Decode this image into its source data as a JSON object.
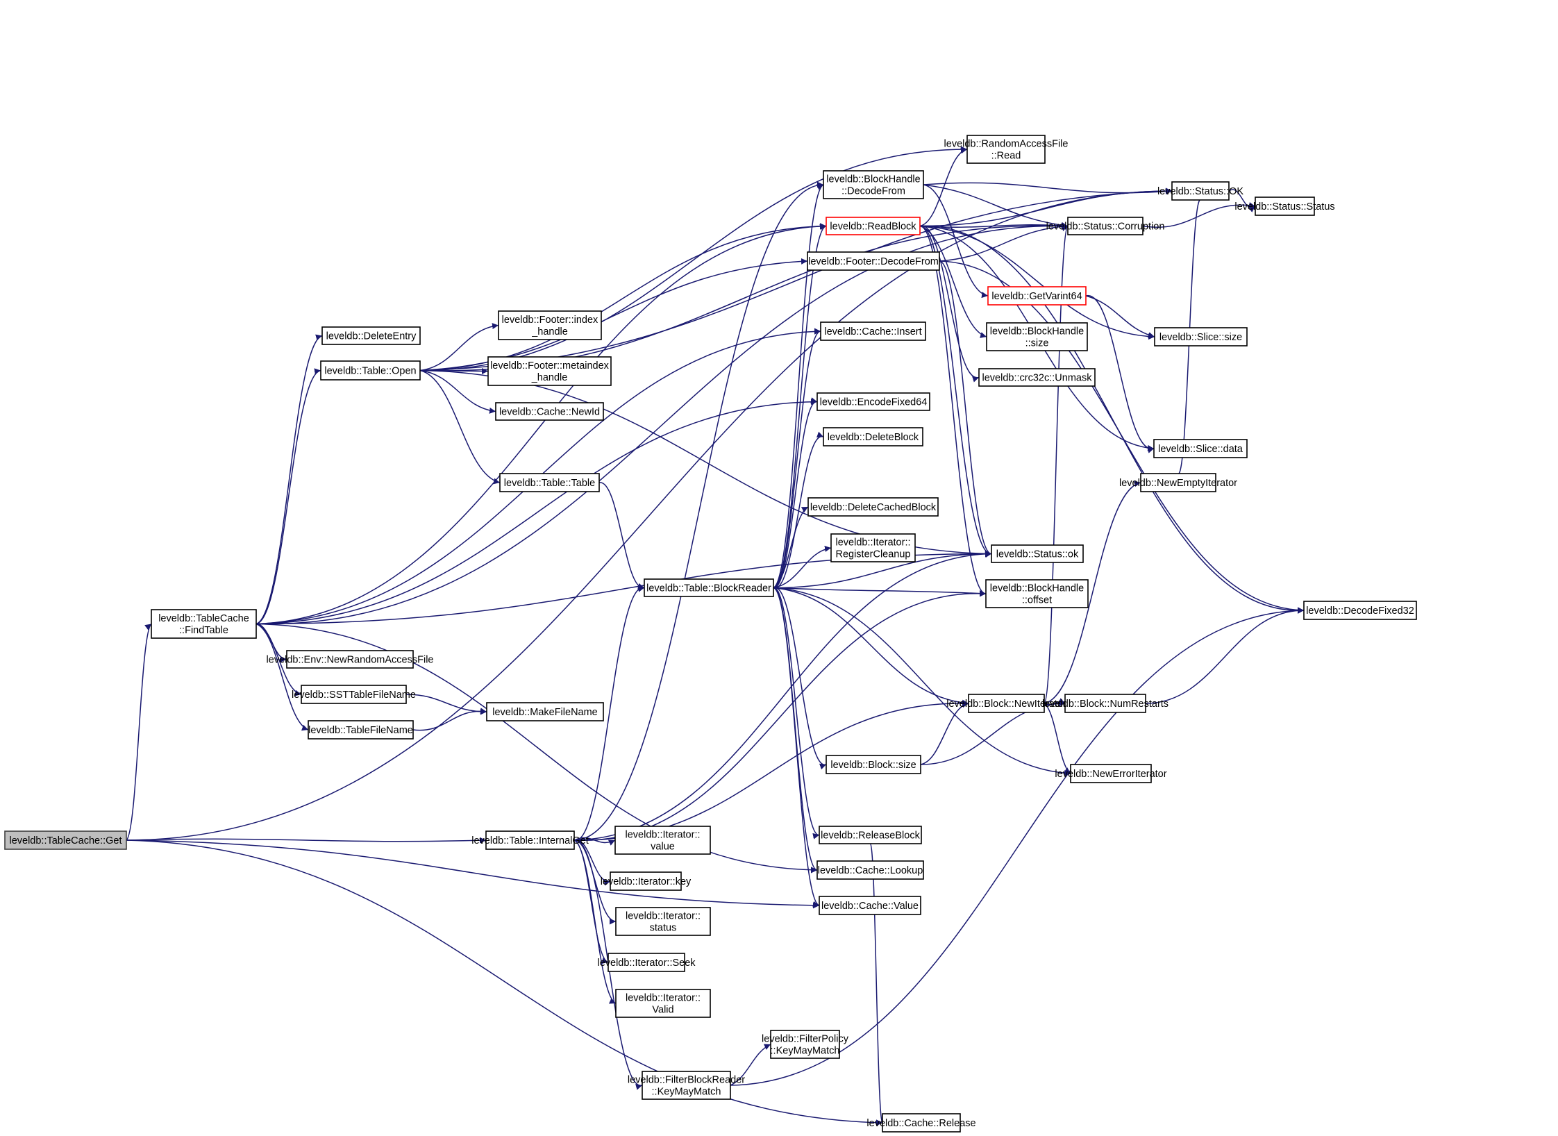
{
  "graph": {
    "title": "Call graph of leveldb::TableCache::Get",
    "edge_color": "#191970",
    "root_fill": "#bfbfbf",
    "truncated_border": "#ff0000",
    "nodes": [
      {
        "id": "get",
        "lines": [
          "leveldb::TableCache::Get"
        ],
        "style": "root"
      },
      {
        "id": "findtable",
        "lines": [
          "leveldb::TableCache",
          "::FindTable"
        ]
      },
      {
        "id": "deleteentry",
        "lines": [
          "leveldb::DeleteEntry"
        ]
      },
      {
        "id": "tableopen",
        "lines": [
          "leveldb::Table::Open"
        ]
      },
      {
        "id": "footerindex",
        "lines": [
          "leveldb::Footer::index",
          "_handle"
        ]
      },
      {
        "id": "footermeta",
        "lines": [
          "leveldb::Footer::metaindex",
          "_handle"
        ]
      },
      {
        "id": "newid",
        "lines": [
          "leveldb::Cache::NewId"
        ]
      },
      {
        "id": "tabletable",
        "lines": [
          "leveldb::Table::Table"
        ]
      },
      {
        "id": "newraf",
        "lines": [
          "leveldb::Env::NewRandomAccessFile"
        ]
      },
      {
        "id": "sstname",
        "lines": [
          "leveldb::SSTTableFileName"
        ]
      },
      {
        "id": "tablefilename",
        "lines": [
          "leveldb::TableFileName"
        ]
      },
      {
        "id": "makefilename",
        "lines": [
          "leveldb::MakeFileName"
        ]
      },
      {
        "id": "blockreader",
        "lines": [
          "leveldb::Table::BlockReader"
        ]
      },
      {
        "id": "internalget",
        "lines": [
          "leveldb::Table::InternalGet"
        ]
      },
      {
        "id": "itvalue",
        "lines": [
          "leveldb::Iterator::",
          "value"
        ]
      },
      {
        "id": "itkey",
        "lines": [
          "leveldb::Iterator::key"
        ]
      },
      {
        "id": "itstatus",
        "lines": [
          "leveldb::Iterator::",
          "status"
        ]
      },
      {
        "id": "itseek",
        "lines": [
          "leveldb::Iterator::Seek"
        ]
      },
      {
        "id": "itvalid",
        "lines": [
          "leveldb::Iterator::",
          "Valid"
        ]
      },
      {
        "id": "fbrkmm",
        "lines": [
          "leveldb::FilterBlockReader",
          "::KeyMayMatch"
        ]
      },
      {
        "id": "fpkmm",
        "lines": [
          "leveldb::FilterPolicy",
          "::KeyMayMatch"
        ]
      },
      {
        "id": "release",
        "lines": [
          "leveldb::Cache::Release"
        ]
      },
      {
        "id": "bhdecode",
        "lines": [
          "leveldb::BlockHandle",
          "::DecodeFrom"
        ]
      },
      {
        "id": "readblock",
        "lines": [
          "leveldb::ReadBlock"
        ],
        "style": "red"
      },
      {
        "id": "footerdecode",
        "lines": [
          "leveldb::Footer::DecodeFrom"
        ]
      },
      {
        "id": "insert",
        "lines": [
          "leveldb::Cache::Insert"
        ]
      },
      {
        "id": "encode64",
        "lines": [
          "leveldb::EncodeFixed64"
        ]
      },
      {
        "id": "deleteblock",
        "lines": [
          "leveldb::DeleteBlock"
        ]
      },
      {
        "id": "deletecached",
        "lines": [
          "leveldb::DeleteCachedBlock"
        ]
      },
      {
        "id": "regcleanup",
        "lines": [
          "leveldb::Iterator::",
          "RegisterCleanup"
        ]
      },
      {
        "id": "blocksize",
        "lines": [
          "leveldb::Block::size"
        ]
      },
      {
        "id": "releaseblock",
        "lines": [
          "leveldb::ReleaseBlock"
        ]
      },
      {
        "id": "lookup",
        "lines": [
          "leveldb::Cache::Lookup"
        ]
      },
      {
        "id": "cachevalue",
        "lines": [
          "leveldb::Cache::Value"
        ]
      },
      {
        "id": "rafread",
        "lines": [
          "leveldb::RandomAccessFile",
          "::Read"
        ]
      },
      {
        "id": "getvarint",
        "lines": [
          "leveldb::GetVarint64"
        ],
        "style": "red"
      },
      {
        "id": "bhsize",
        "lines": [
          "leveldb::BlockHandle",
          "::size"
        ]
      },
      {
        "id": "unmask",
        "lines": [
          "leveldb::crc32c::Unmask"
        ]
      },
      {
        "id": "statusok",
        "lines": [
          "leveldb::Status::ok"
        ]
      },
      {
        "id": "bhoffset",
        "lines": [
          "leveldb::BlockHandle",
          "::offset"
        ]
      },
      {
        "id": "newiter",
        "lines": [
          "leveldb::Block::NewIterator"
        ]
      },
      {
        "id": "numrestarts",
        "lines": [
          "leveldb::Block::NumRestarts"
        ]
      },
      {
        "id": "newerror",
        "lines": [
          "leveldb::NewErrorIterator"
        ]
      },
      {
        "id": "corruption",
        "lines": [
          "leveldb::Status::Corruption"
        ]
      },
      {
        "id": "statusOK",
        "lines": [
          "leveldb::Status::OK"
        ]
      },
      {
        "id": "statusstatus",
        "lines": [
          "leveldb::Status::Status"
        ]
      },
      {
        "id": "slicesize",
        "lines": [
          "leveldb::Slice::size"
        ]
      },
      {
        "id": "slicedata",
        "lines": [
          "leveldb::Slice::data"
        ]
      },
      {
        "id": "newempty",
        "lines": [
          "leveldb::NewEmptyIterator"
        ]
      },
      {
        "id": "decode32",
        "lines": [
          "leveldb::DecodeFixed32"
        ]
      }
    ],
    "edges": [
      [
        "get",
        "findtable"
      ],
      [
        "get",
        "internalget"
      ],
      [
        "get",
        "statusOK"
      ],
      [
        "get",
        "cachevalue"
      ],
      [
        "get",
        "release"
      ],
      [
        "findtable",
        "deleteentry"
      ],
      [
        "findtable",
        "tableopen"
      ],
      [
        "findtable",
        "newraf"
      ],
      [
        "findtable",
        "sstname"
      ],
      [
        "findtable",
        "tablefilename"
      ],
      [
        "findtable",
        "insert"
      ],
      [
        "findtable",
        "encode64"
      ],
      [
        "findtable",
        "statusok"
      ],
      [
        "findtable",
        "lookup"
      ],
      [
        "findtable",
        "corruption"
      ],
      [
        "findtable",
        "readblock"
      ],
      [
        "tableopen",
        "footerindex"
      ],
      [
        "tableopen",
        "footermeta"
      ],
      [
        "tableopen",
        "newid"
      ],
      [
        "tableopen",
        "tabletable"
      ],
      [
        "tableopen",
        "footerdecode"
      ],
      [
        "tableopen",
        "readblock"
      ],
      [
        "tableopen",
        "rafread"
      ],
      [
        "tableopen",
        "statusok"
      ],
      [
        "tableopen",
        "corruption"
      ],
      [
        "tableopen",
        "statusOK"
      ],
      [
        "tabletable",
        "blockreader"
      ],
      [
        "sstname",
        "makefilename"
      ],
      [
        "tablefilename",
        "makefilename"
      ],
      [
        "internalget",
        "blockreader"
      ],
      [
        "internalget",
        "itvalue"
      ],
      [
        "internalget",
        "itkey"
      ],
      [
        "internalget",
        "itstatus"
      ],
      [
        "internalget",
        "itseek"
      ],
      [
        "internalget",
        "itvalid"
      ],
      [
        "internalget",
        "fbrkmm"
      ],
      [
        "internalget",
        "statusok"
      ],
      [
        "internalget",
        "bhdecode"
      ],
      [
        "internalget",
        "newiter"
      ],
      [
        "internalget",
        "bhoffset"
      ],
      [
        "blockreader",
        "bhdecode"
      ],
      [
        "blockreader",
        "readblock"
      ],
      [
        "blockreader",
        "insert"
      ],
      [
        "blockreader",
        "encode64"
      ],
      [
        "blockreader",
        "deleteblock"
      ],
      [
        "blockreader",
        "deletecached"
      ],
      [
        "blockreader",
        "regcleanup"
      ],
      [
        "blockreader",
        "statusok"
      ],
      [
        "blockreader",
        "bhoffset"
      ],
      [
        "blockreader",
        "newiter"
      ],
      [
        "blockreader",
        "blocksize"
      ],
      [
        "blockreader",
        "releaseblock"
      ],
      [
        "blockreader",
        "lookup"
      ],
      [
        "blockreader",
        "cachevalue"
      ],
      [
        "blockreader",
        "newerror"
      ],
      [
        "fbrkmm",
        "fpkmm"
      ],
      [
        "fbrkmm",
        "decode32"
      ],
      [
        "releaseblock",
        "release"
      ],
      [
        "bhdecode",
        "getvarint"
      ],
      [
        "bhdecode",
        "corruption"
      ],
      [
        "bhdecode",
        "statusOK"
      ],
      [
        "readblock",
        "rafread"
      ],
      [
        "readblock",
        "statusOK"
      ],
      [
        "readblock",
        "corruption"
      ],
      [
        "readblock",
        "bhsize"
      ],
      [
        "readblock",
        "unmask"
      ],
      [
        "readblock",
        "statusok"
      ],
      [
        "readblock",
        "bhoffset"
      ],
      [
        "readblock",
        "slicesize"
      ],
      [
        "readblock",
        "slicedata"
      ],
      [
        "readblock",
        "decode32"
      ],
      [
        "footerdecode",
        "corruption"
      ],
      [
        "footerdecode",
        "statusok"
      ],
      [
        "footerdecode",
        "decode32"
      ],
      [
        "getvarint",
        "slicesize"
      ],
      [
        "getvarint",
        "slicedata"
      ],
      [
        "blocksize",
        "newiter"
      ],
      [
        "blocksize",
        "numrestarts"
      ],
      [
        "newiter",
        "numrestarts"
      ],
      [
        "newiter",
        "newerror"
      ],
      [
        "newiter",
        "newempty"
      ],
      [
        "newiter",
        "corruption"
      ],
      [
        "numrestarts",
        "decode32"
      ],
      [
        "newempty",
        "statusOK"
      ],
      [
        "corruption",
        "statusstatus"
      ],
      [
        "statusOK",
        "statusstatus"
      ]
    ]
  }
}
